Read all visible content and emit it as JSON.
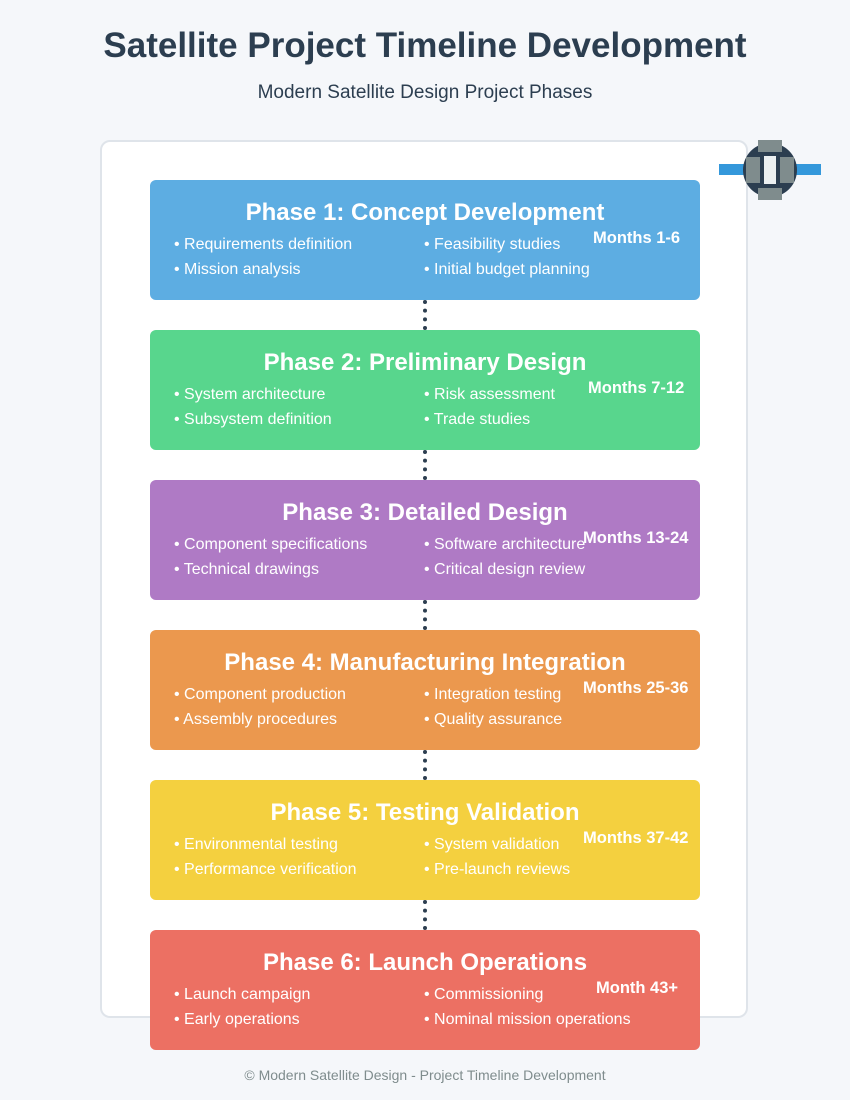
{
  "header": {
    "title": "Satellite Project Timeline Development",
    "subtitle": "Modern Satellite Design Project Phases"
  },
  "icons": {
    "satellite": "satellite-icon"
  },
  "colors": {
    "title": "#2c3e50",
    "connector": "#2c3e50",
    "phase1": "#5dade2",
    "phase2": "#58d68d",
    "phase3": "#af7ac5",
    "phase4": "#eb984e",
    "phase5": "#f4d03f",
    "phase6": "#ec7063"
  },
  "phases": [
    {
      "title": "Phase 1: Concept Development",
      "months": "Months 1-6",
      "items": [
        "• Requirements definition",
        "• Feasibility studies",
        "• Mission analysis",
        "• Initial budget planning"
      ]
    },
    {
      "title": "Phase 2: Preliminary Design",
      "months": "Months 7-12",
      "items": [
        "• System architecture",
        "• Risk assessment",
        "• Subsystem definition",
        "• Trade studies"
      ]
    },
    {
      "title": "Phase 3: Detailed Design",
      "months": "Months 13-24",
      "items": [
        "• Component specifications",
        "• Software architecture",
        "• Technical drawings",
        "• Critical design review"
      ]
    },
    {
      "title": "Phase 4: Manufacturing Integration",
      "months": "Months 25-36",
      "items": [
        "• Component production",
        "• Integration testing",
        "• Assembly procedures",
        "• Quality assurance"
      ]
    },
    {
      "title": "Phase 5: Testing Validation",
      "months": "Months 37-42",
      "items": [
        "• Environmental testing",
        "• System validation",
        "• Performance verification",
        "• Pre-launch reviews"
      ]
    },
    {
      "title": "Phase 6: Launch Operations",
      "months": "Month 43+",
      "items": [
        "• Launch campaign",
        "• Commissioning",
        "• Early operations",
        "• Nominal mission operations"
      ]
    }
  ],
  "footer": "© Modern Satellite Design - Project Timeline Development"
}
